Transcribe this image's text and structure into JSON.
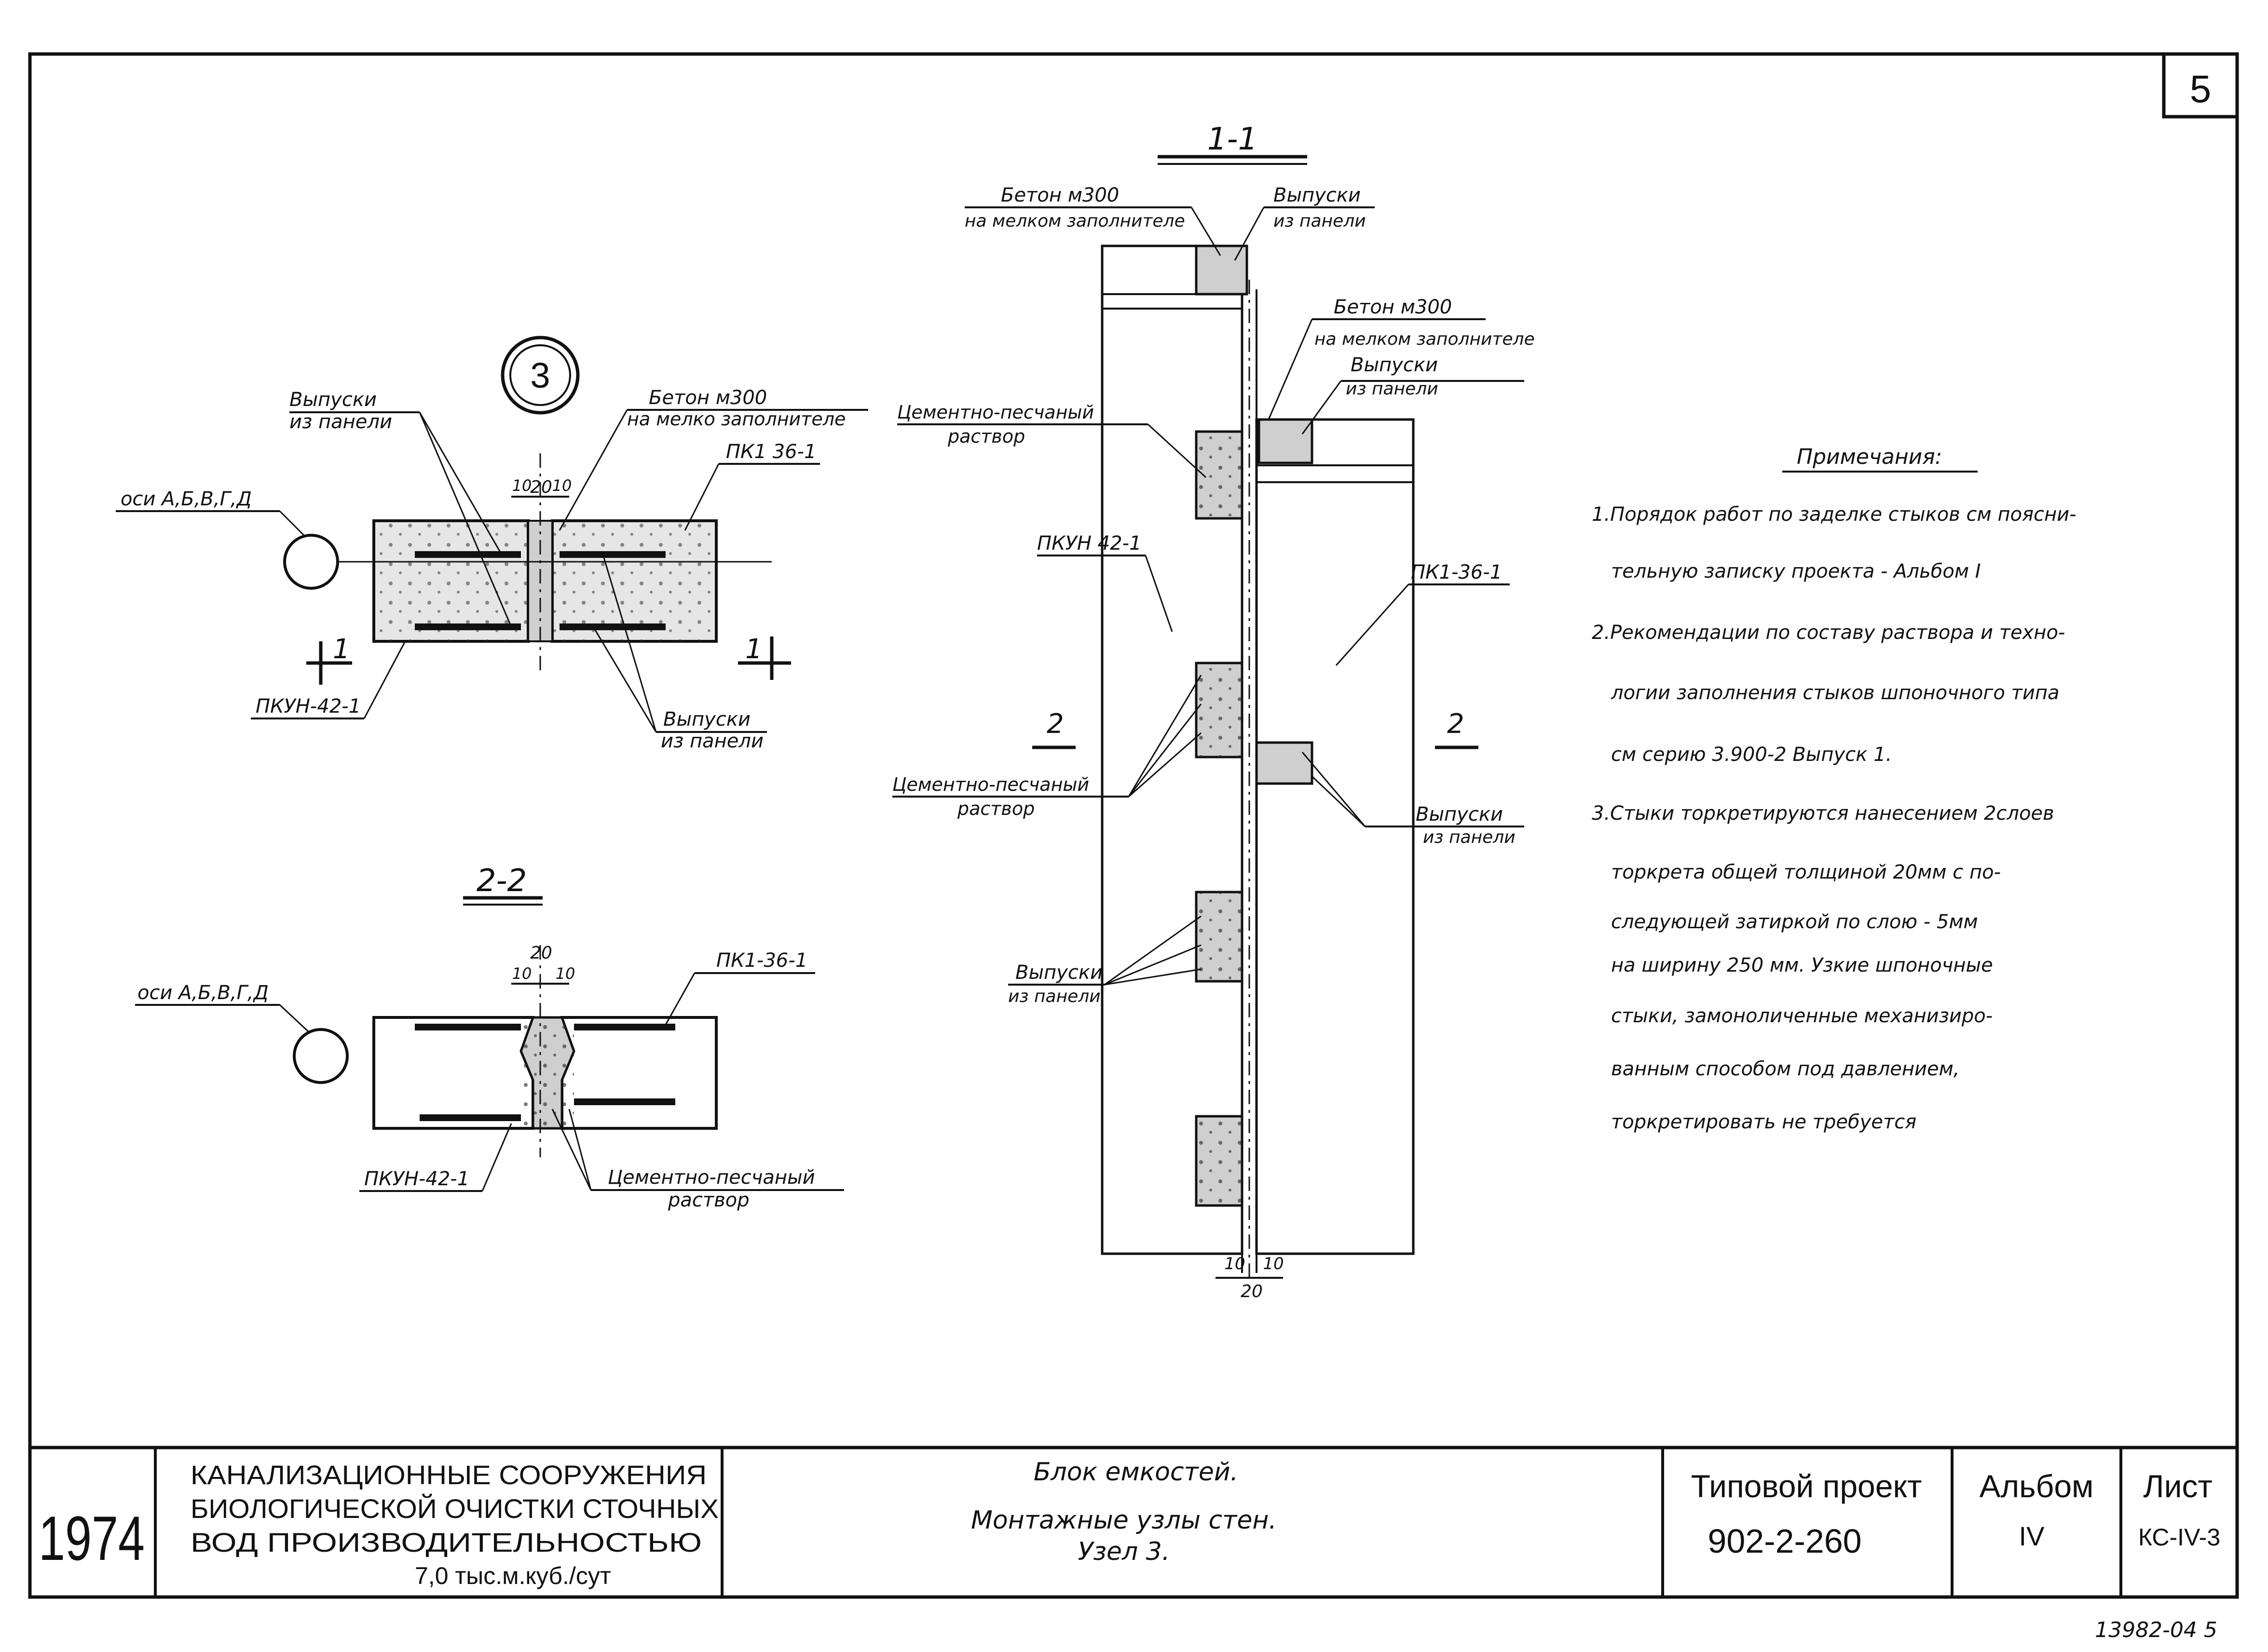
{
  "sheet_number": "5",
  "node_circle": "3",
  "sections": {
    "s11": "1-1",
    "s22": "2-2",
    "cut_1": "1",
    "cut_2": "2"
  },
  "plan_node": {
    "beton_1": "Бетон м300",
    "beton_2": "на мелко заполнителе",
    "vypuski_1": "Выпуски",
    "vypuski_2": "из панели",
    "osi": "оси А,Б,В,Г,Д",
    "pk136": "ПК1 36-1",
    "pkun": "ПКУН-42-1",
    "vypuski_b1": "Выпуски",
    "vypuski_b2": "из панели",
    "dim_20": "20",
    "dim_10a": "10",
    "dim_10b": "10"
  },
  "section_22": {
    "osi": "оси А,Б,В,Г,Д",
    "pk136": "ПК1-36-1",
    "pkun": "ПКУН-42-1",
    "mortar_1": "Цементно-песчаный",
    "mortar_2": "раствор",
    "dim_20": "20",
    "dim_10a": "10",
    "dim_10b": "10"
  },
  "section_11": {
    "beton_top_1": "Бетон м300",
    "beton_top_2": "на мелком заполнителе",
    "vypuski_top_1": "Выпуски",
    "vypuski_top_2": "из панели",
    "beton_mid_1": "Бетон м300",
    "beton_mid_2": "на мелком заполнителе",
    "vypuski_mid_1": "Выпуски",
    "vypuski_mid_2": "из панели",
    "mortar_top_1": "Цементно-песчаный",
    "mortar_top_2": "раствор",
    "pkun": "ПКУН 42-1",
    "pk136": "ПК1-36-1",
    "mortar_mid_1": "Цементно-песчаный",
    "mortar_mid_2": "раствор",
    "vypuski_right_1": "Выпуски",
    "vypuski_right_2": "из панели",
    "vypuski_low_1": "Выпуски",
    "vypuski_low_2": "из панели",
    "dim_10a": "10",
    "dim_10b": "10",
    "dim_20": "20"
  },
  "notes": {
    "title": "Примечания:",
    "lines": [
      "1.Порядок работ по заделке стыков см поясни-",
      "тельную записку проекта - Альбом I",
      "2.Рекомендации по составу раствора и техно-",
      "логии заполнения стыков шпоночного типа",
      "см серию 3.900-2 Выпуск 1.",
      "3.Стыки торкретируются нанесением 2слоев",
      "торкрета общей толщиной 20мм с по-",
      "следующей затиркой по слою - 5мм",
      "на ширину 250 мм. Узкие шпоночные",
      "стыки, замоноличенные механизиро-",
      "ванным способом под давлением,",
      "торкретировать не требуется"
    ]
  },
  "title_block": {
    "year": "1974",
    "org_1": "КАНАЛИЗАЦИОННЫЕ  СООРУЖЕНИЯ",
    "org_2": "БИОЛОГИЧЕСКОЙ ОЧИСТКИ СТОЧНЫХ",
    "org_3": "ВОД   ПРОИЗВОДИТЕЛЬНОСТЬЮ",
    "org_4": "7,0 тыс.м.куб./сут",
    "name_1": "Блок емкостей.",
    "name_2": "Монтажные   узлы  стен.",
    "name_3": "Узел 3.",
    "proj_label": "Типовой проект",
    "proj_num": "902-2-260",
    "album_label": "Альбом",
    "album_val": "IV",
    "sheet_label": "Лист",
    "sheet_val": "КС-IV-3"
  },
  "footer_code": "13982-04  5"
}
